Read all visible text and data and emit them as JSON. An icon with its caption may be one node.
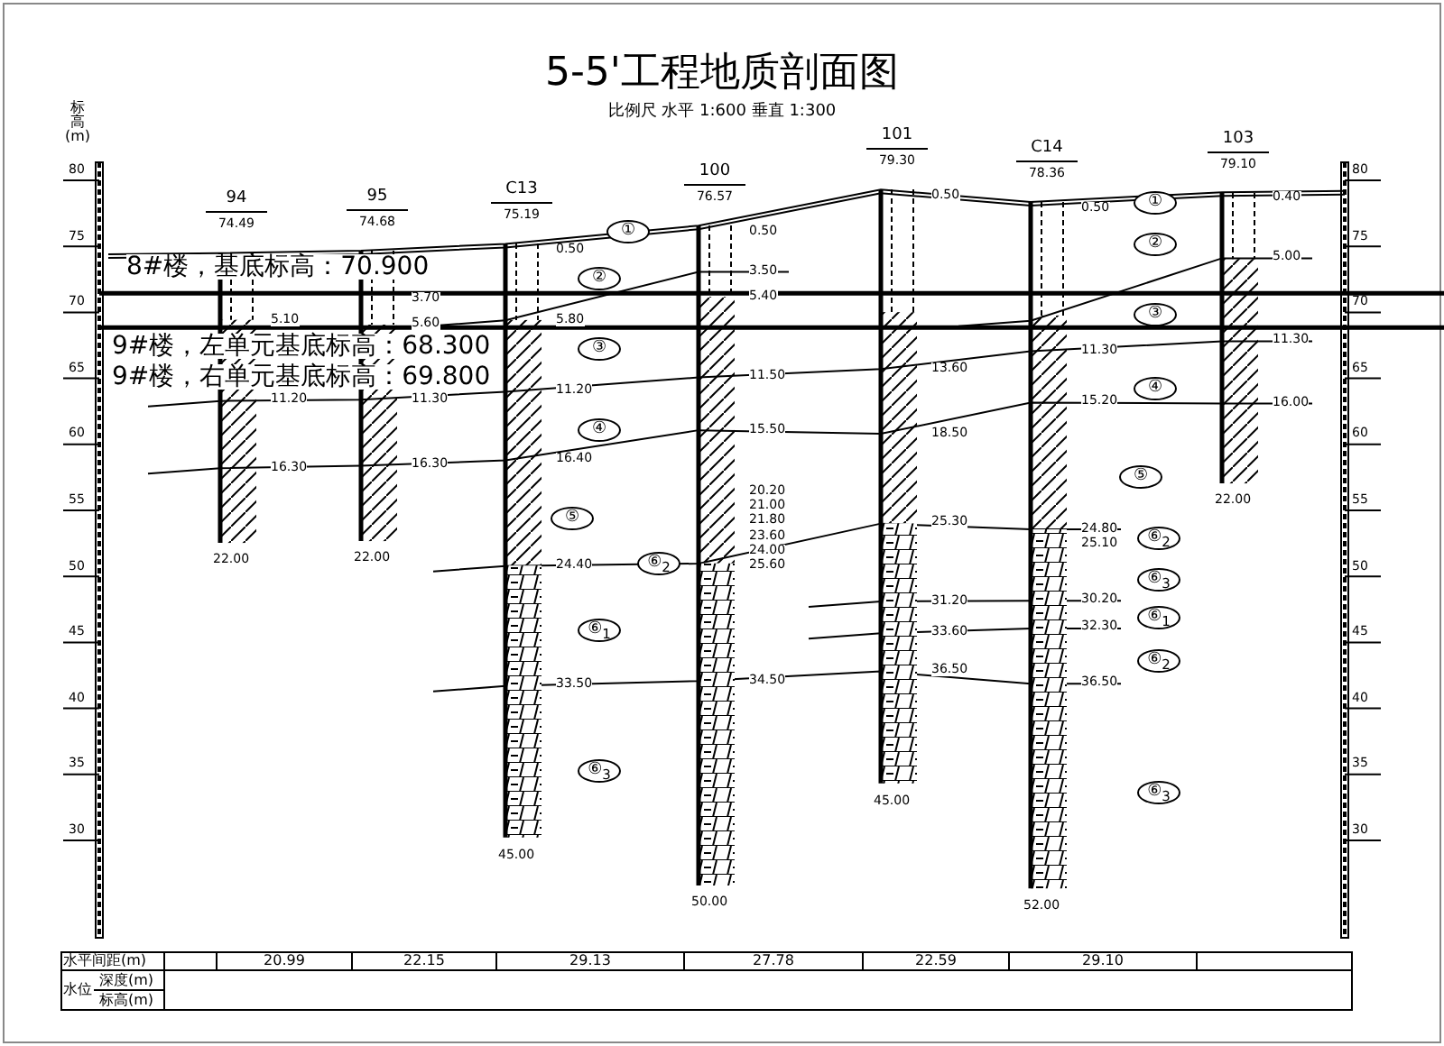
{
  "diagram": {
    "title": "5-5'工程地质剖面图",
    "nodes": [
      {
        "text": [
          "94",
          "74.49"
        ],
        "beside": [
          "5.10",
          "11.20",
          "16.30",
          "22.00"
        ]
      },
      {
        "text": [
          "95",
          "74.68"
        ],
        "beside": [
          "3.70",
          "5.60",
          "11.30",
          "16.30",
          "22.00"
        ]
      },
      {
        "text": [
          "C13",
          "75.19"
        ],
        "beside": [
          "0.50",
          "5.80",
          "11.20",
          "16.40",
          "24.40",
          "33.50",
          "45.00"
        ]
      },
      {
        "text": [
          "100",
          "76.57"
        ],
        "beside": [
          "0.50",
          "3.50",
          "5.40",
          "11.50",
          "15.50",
          "20.20",
          "21.00",
          "21.80",
          "23.60",
          "24.00",
          "25.60",
          "34.50",
          "50.00"
        ]
      },
      {
        "text": [
          "101",
          "79.30"
        ],
        "beside": [
          "0.50",
          "13.60",
          "18.50",
          "25.30",
          "31.20",
          "33.60",
          "36.50",
          "45.00"
        ]
      },
      {
        "text": [
          "C14",
          "78.36"
        ],
        "beside": [
          "0.50",
          "11.30",
          "15.20",
          "24.80",
          "25.10",
          "30.20",
          "32.30",
          "36.50",
          "52.00"
        ]
      },
      {
        "text": [
          "103",
          "79.10"
        ],
        "beside": [
          "0.40",
          "5.00",
          "11.30",
          "16.00",
          "22.00"
        ]
      },
      {
        "text": [
          "①"
        ]
      },
      {
        "text": [
          "②"
        ]
      },
      {
        "text": [
          "③"
        ]
      },
      {
        "text": [
          "④"
        ]
      },
      {
        "text": [
          "⑤"
        ]
      },
      {
        "text": [
          "⑥$_{2}$"
        ]
      },
      {
        "text": [
          "⑥$_{1}$"
        ]
      },
      {
        "text": [
          "⑥$_{3}$"
        ]
      },
      {
        "text": [
          "①"
        ]
      },
      {
        "text": [
          "②"
        ]
      },
      {
        "text": [
          "③"
        ]
      },
      {
        "text": [
          "④"
        ]
      },
      {
        "text": [
          "⑤"
        ]
      },
      {
        "text": [
          "⑥$_{2}$"
        ]
      },
      {
        "text": [
          "⑥$_{3}$"
        ]
      },
      {
        "text": [
          "⑥$_{1}$"
        ]
      },
      {
        "text": [
          "⑥$_{2}$"
        ]
      },
      {
        "text": [
          "⑥$_{3}$"
        ]
      }
    ],
    "labels": [
      "比例尺 水平 1:600 垂直 1:300",
      "标高(m)",
      "80",
      "75",
      "70",
      "65",
      "60",
      "55",
      "50",
      "45",
      "40",
      "35",
      "30",
      "80",
      "75",
      "70",
      "65",
      "60",
      "55",
      "50",
      "45",
      "40",
      "35",
      "30",
      "8#楼，基底标高：70.900",
      "9#楼，左单元基底标高：68.300",
      "9#楼，右单元基底标高：69.800",
      "水平间距(m)",
      "20.99",
      "22.15",
      "29.13",
      "27.78",
      "22.59",
      "29.10",
      "水位",
      "深度(m)",
      "标高(m)"
    ]
  }
}
